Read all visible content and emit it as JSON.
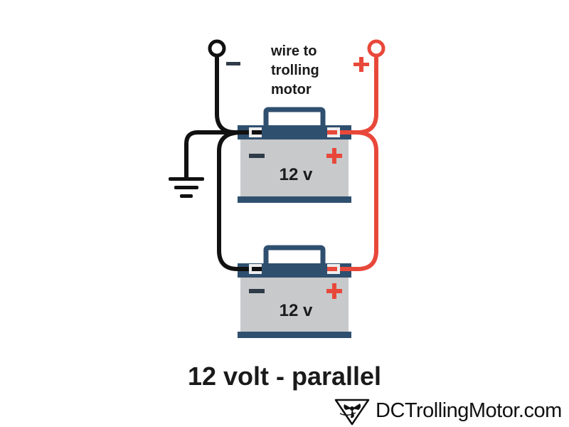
{
  "terminal_labels": {
    "negative": "−",
    "positive": "+"
  },
  "wire_label": [
    "wire to",
    "trolling",
    "motor"
  ],
  "batteries": [
    {
      "label": "12 v",
      "neg_sign": "−",
      "pos_sign": "+"
    },
    {
      "label": "12 v",
      "neg_sign": "−",
      "pos_sign": "+"
    }
  ],
  "caption": "12 volt - parallel",
  "brand": {
    "text": "DCTrollingMotor.com",
    "logo": "propeller-logo"
  },
  "colors": {
    "negative_wire": "#111111",
    "positive_wire": "#e8483a",
    "battery_body": "#c8c9cb",
    "battery_top": "#2f4f6f",
    "sign_negative": "#2f3b48",
    "sign_positive": "#e8483a"
  }
}
